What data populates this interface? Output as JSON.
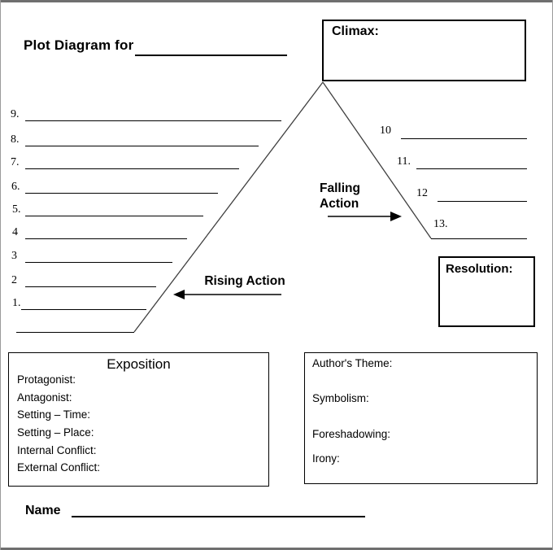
{
  "header": {
    "title": "Plot Diagram for"
  },
  "climax": {
    "label": "Climax:"
  },
  "resolution": {
    "label": "Resolution:"
  },
  "rising_action": {
    "label": "Rising Action"
  },
  "falling_action": {
    "label": "Falling Action"
  },
  "plot_points": {
    "left": [
      {
        "label": "9."
      },
      {
        "label": "8."
      },
      {
        "label": "7."
      },
      {
        "label": "6."
      },
      {
        "label": "5."
      },
      {
        "label": "4"
      },
      {
        "label": "3"
      },
      {
        "label": "2"
      },
      {
        "label": "1."
      }
    ],
    "right": [
      {
        "label": "10"
      },
      {
        "label": "11."
      },
      {
        "label": "12"
      },
      {
        "label": "13."
      }
    ]
  },
  "exposition": {
    "title": "Exposition",
    "fields": [
      "Protagonist:",
      "Antagonist:",
      "Setting – Time:",
      "Setting – Place:",
      "Internal Conflict:",
      "External Conflict:"
    ]
  },
  "literary_elements": {
    "fields": [
      "Author's Theme:",
      "Symbolism:",
      "Foreshadowing:",
      "Irony:"
    ]
  },
  "footer": {
    "name_label": "Name"
  },
  "colors": {
    "text": "#000000",
    "line": "#000000",
    "diagonal": "#3f3f3f",
    "page_border": "#9b9b9b",
    "edge_bar": "#6f6f6f"
  }
}
